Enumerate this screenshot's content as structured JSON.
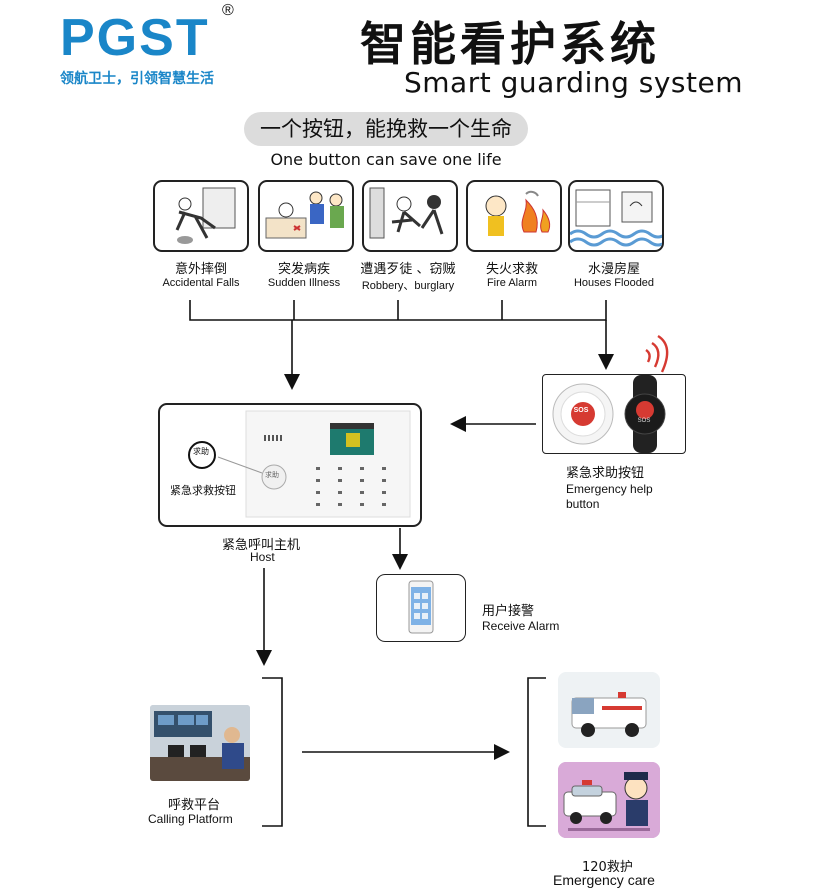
{
  "header": {
    "logo": "PGST",
    "registered": "®",
    "slogan": "领航卫士，引领智慧生活",
    "title_cn": "智能看护系统",
    "title_en": "Smart guarding system",
    "tagline_cn": "一个按钮，能挽救一个生命",
    "tagline_en": "One button can save one life"
  },
  "scenarios": [
    {
      "cn": "意外摔倒",
      "en": "Accidental Falls"
    },
    {
      "cn": "突发病疾",
      "en": "Sudden Illness"
    },
    {
      "cn": "遭遇歹徒 、窃贼",
      "en": "Robbery、burglary"
    },
    {
      "cn": "失火求救",
      "en": "Fire Alarm"
    },
    {
      "cn": "水漫房屋",
      "en": "Houses Flooded"
    }
  ],
  "host": {
    "help_circle": "求助",
    "panel_button": "求助",
    "help_button_label": "紧急求救按钮",
    "label_cn": "紧急呼叫主机",
    "label_en": "Host"
  },
  "emergency_button": {
    "sos_text": "SOS",
    "watch_text": "SOS",
    "label_cn": "紧急求助按钮",
    "label_en_1": "Emergency help",
    "label_en_2": "button"
  },
  "receive_alarm": {
    "label_cn": "用户接警",
    "label_en": "Receive Alarm"
  },
  "calling_platform": {
    "label_cn": "呼救平台",
    "label_en": "Calling Platform"
  },
  "emergency_care": {
    "label_cn": "120救护",
    "label_en": "Emergency care"
  },
  "colors": {
    "brand_blue": "#1a86c8",
    "sos_red": "#d63a32",
    "line": "#111111"
  }
}
